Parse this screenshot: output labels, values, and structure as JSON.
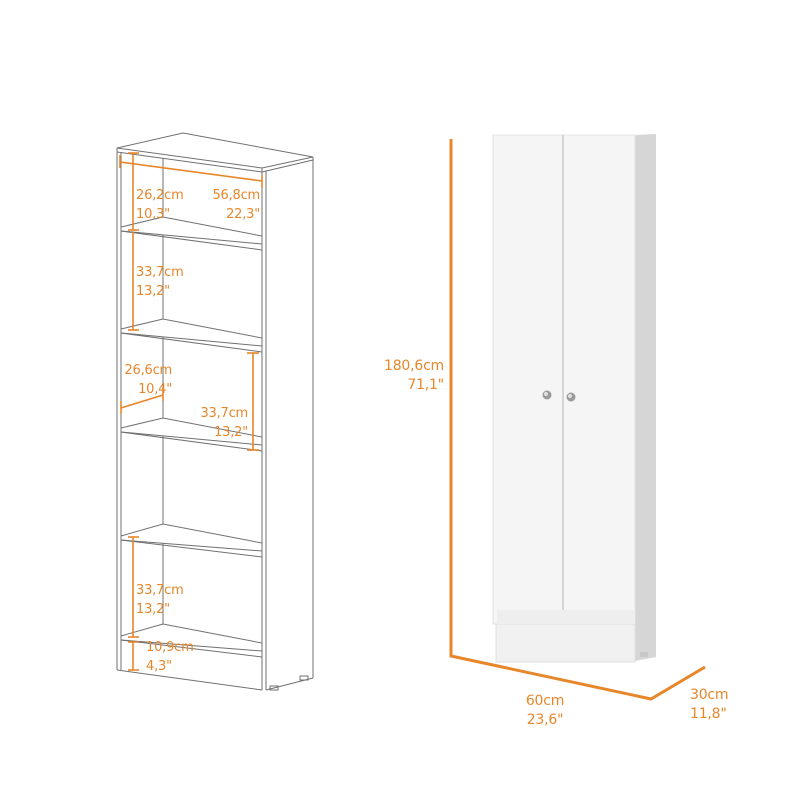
{
  "colors": {
    "accent": "#e8862a",
    "line": "#6b6b6b",
    "cabinet_front": "#f4f4f4",
    "cabinet_side": "#d0d0d0"
  },
  "bookshelf_dimensions": {
    "top_gap": {
      "cm": "26,2cm",
      "in": "10,3\""
    },
    "width": {
      "cm": "56,8cm",
      "in": "22,3\""
    },
    "shelf_2": {
      "cm": "33,7cm",
      "in": "13,2\""
    },
    "depth": {
      "cm": "26,6cm",
      "in": "10,4\""
    },
    "shelf_3": {
      "cm": "33,7cm",
      "in": "13,2\""
    },
    "shelf_5": {
      "cm": "33,7cm",
      "in": "13,2\""
    },
    "bottom_gap": {
      "cm": "10,9cm",
      "in": "4,3\""
    }
  },
  "cabinet_dimensions": {
    "height": {
      "cm": "180,6cm",
      "in": "71,1\""
    },
    "width": {
      "cm": "60cm",
      "in": "23,6\""
    },
    "depth": {
      "cm": "30cm",
      "in": "11,8\""
    }
  }
}
